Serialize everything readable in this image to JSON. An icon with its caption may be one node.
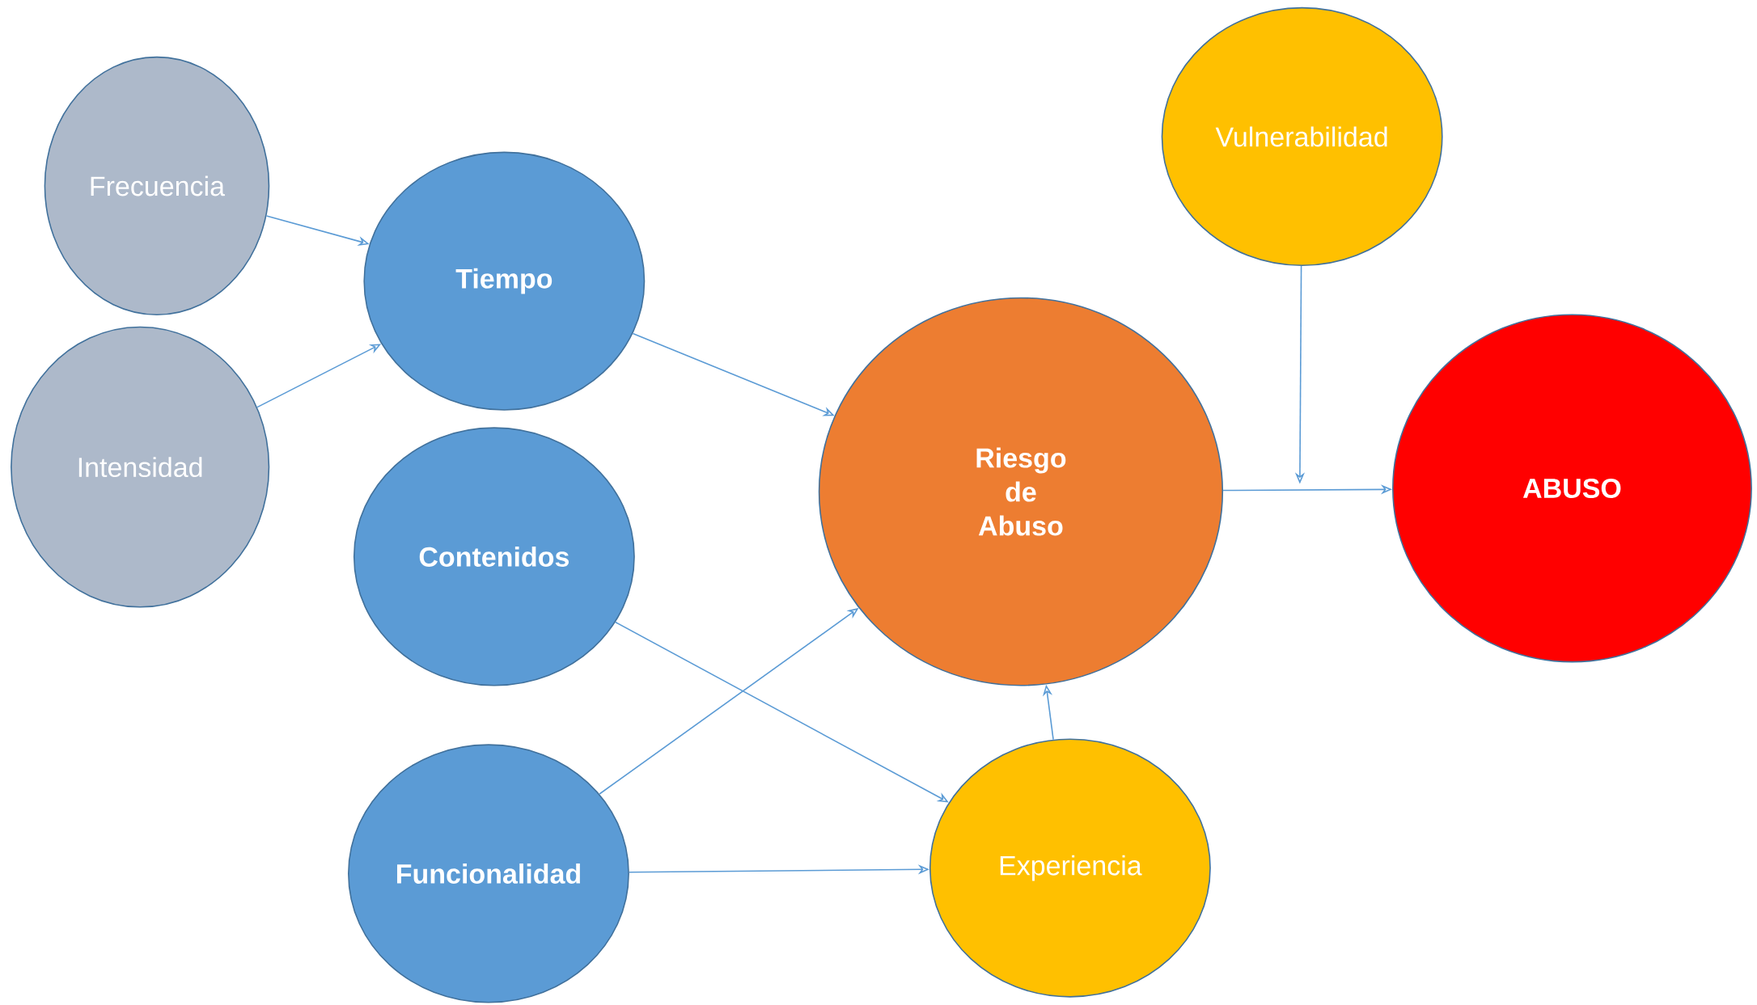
{
  "diagram": {
    "nodes": [
      {
        "text": [
          "Frecuencia"
        ]
      },
      {
        "text": [
          "Intensidad"
        ]
      },
      {
        "text": [
          "Tiempo"
        ]
      },
      {
        "text": [
          "Contenidos"
        ]
      },
      {
        "text": [
          "Funcionalidad"
        ]
      },
      {
        "text": [
          "Riesgo de Abuso"
        ]
      },
      {
        "text": [
          "Vulnerabilidad"
        ]
      },
      {
        "text": [
          "Experiencia"
        ]
      },
      {
        "text": [
          "ABUSO"
        ]
      }
    ],
    "edges": [
      {
        "from": 0,
        "to": 2,
        "arrow": "to"
      },
      {
        "from": 1,
        "to": 2,
        "arrow": "to"
      },
      {
        "from": 2,
        "to": 5,
        "arrow": "to"
      },
      {
        "from": 3,
        "to": 7,
        "arrow": "to"
      },
      {
        "from": 4,
        "to": 5,
        "arrow": "to"
      },
      {
        "from": 4,
        "to": 7,
        "arrow": "to"
      },
      {
        "from": 7,
        "to": 5,
        "arrow": "to"
      },
      {
        "from": 5,
        "to": 8,
        "arrow": "to"
      },
      {
        "from": 6,
        "to": null,
        "arrow": "to"
      }
    ]
  }
}
